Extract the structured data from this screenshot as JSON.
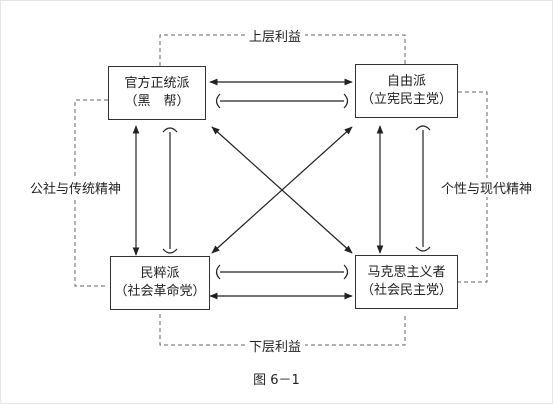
{
  "nodes": {
    "orthodox": {
      "name": "官方正统派",
      "sub": "（黑　帮）"
    },
    "liberal": {
      "name": "自由派",
      "sub": "（立宪民主党）"
    },
    "populist": {
      "name": "民粹派",
      "sub": "（社会革命党）"
    },
    "marxist": {
      "name": "马克思主义者",
      "sub": "（社会民主党）"
    }
  },
  "labels": {
    "top": "上层利益",
    "bottom": "下层利益",
    "left": "公社与传统精神",
    "right": "个性与现代精神"
  },
  "caption": "图 6－1"
}
